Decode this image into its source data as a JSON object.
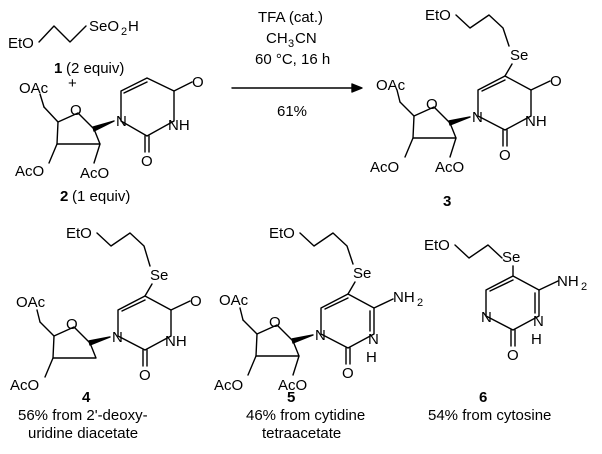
{
  "reagent": {
    "etO": "EtO",
    "seo2h": "SeO",
    "sub2": "2",
    "h": "H",
    "number": "1",
    "equiv": "(2 equiv)",
    "plus": "+"
  },
  "conditions": {
    "line1": "TFA (cat.)",
    "line2_a": "CH",
    "line2_sub": "3",
    "line2_b": "CN",
    "line3": "60 °C, 16 h",
    "yield": "61%"
  },
  "start_material": {
    "number": "2",
    "equiv": "(1 equiv)"
  },
  "atoms": {
    "oac": "OAc",
    "aco": "AcO",
    "o": "O",
    "n": "N",
    "nh": "NH",
    "se": "Se",
    "eto": "EtO",
    "nh2_a": "NH",
    "nh2_sub": "2"
  },
  "products": {
    "p3": {
      "number": "3"
    },
    "p4": {
      "number": "4",
      "caption1": "56% from 2'-deoxy-",
      "caption2": "uridine diacetate"
    },
    "p5": {
      "number": "5",
      "caption1": "46% from cytidine",
      "caption2": "tetraacetate"
    },
    "p6": {
      "number": "6",
      "caption1": "54% from cytosine"
    }
  }
}
